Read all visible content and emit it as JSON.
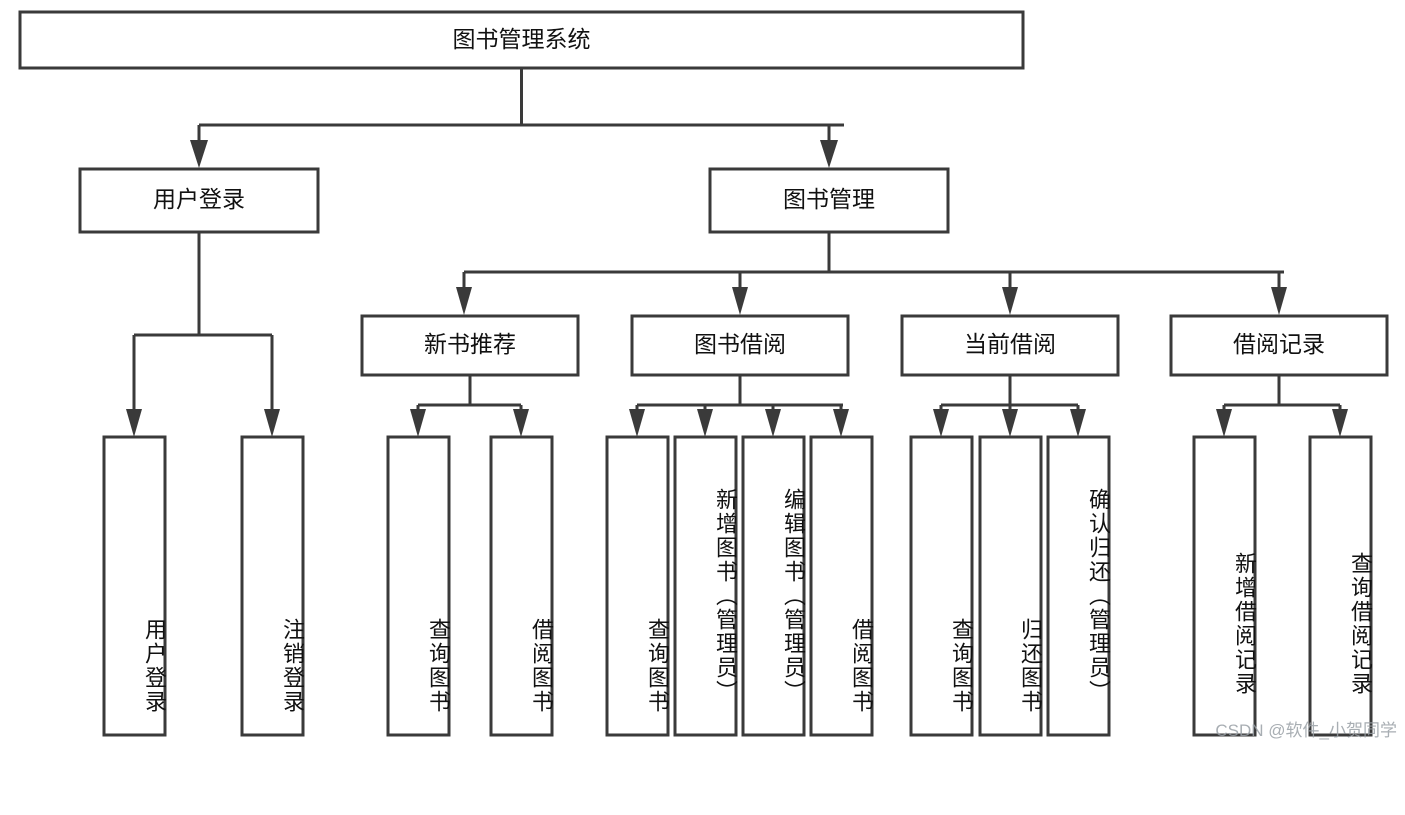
{
  "diagram": {
    "title": "图书管理系统",
    "type": "tree-hierarchy",
    "root": {
      "id": "root",
      "label": "图书管理系统"
    },
    "level2": [
      {
        "id": "user-login",
        "label": "用户登录"
      },
      {
        "id": "book-manage",
        "label": "图书管理"
      }
    ],
    "level3": [
      {
        "id": "new-book-rec",
        "label": "新书推荐",
        "parent": "book-manage"
      },
      {
        "id": "book-borrow",
        "label": "图书借阅",
        "parent": "book-manage"
      },
      {
        "id": "current-borrow",
        "label": "当前借阅",
        "parent": "book-manage"
      },
      {
        "id": "borrow-record",
        "label": "借阅记录",
        "parent": "book-manage"
      }
    ],
    "leaves": [
      {
        "id": "leaf-user-login",
        "label": "用户登录",
        "parent": "user-login"
      },
      {
        "id": "leaf-logout-login",
        "label": "注销登录",
        "parent": "user-login"
      },
      {
        "id": "leaf-query-book-1",
        "label": "查询图书",
        "parent": "new-book-rec"
      },
      {
        "id": "leaf-borrow-book-1",
        "label": "借阅图书",
        "parent": "new-book-rec"
      },
      {
        "id": "leaf-query-book-2",
        "label": "查询图书",
        "parent": "book-borrow"
      },
      {
        "id": "leaf-add-book",
        "label": "新增图书（管理员）",
        "parent": "book-borrow"
      },
      {
        "id": "leaf-edit-book",
        "label": "编辑图书（管理员）",
        "parent": "book-borrow"
      },
      {
        "id": "leaf-borrow-book-2",
        "label": "借阅图书",
        "parent": "book-borrow"
      },
      {
        "id": "leaf-query-book-3",
        "label": "查询图书",
        "parent": "current-borrow"
      },
      {
        "id": "leaf-return-book",
        "label": "归还图书",
        "parent": "current-borrow"
      },
      {
        "id": "leaf-confirm-return",
        "label": "确认归还（管理员）",
        "parent": "current-borrow"
      },
      {
        "id": "leaf-add-record",
        "label": "新增借阅记录",
        "parent": "borrow-record"
      },
      {
        "id": "leaf-query-record",
        "label": "查询借阅记录",
        "parent": "borrow-record"
      }
    ],
    "colors": {
      "stroke": "#3a3a3a",
      "fill": "#ffffff",
      "text": "#111111",
      "watermark": "#9aa0a6"
    }
  },
  "watermark": {
    "text": "CSDN @软件_小贺同学"
  }
}
